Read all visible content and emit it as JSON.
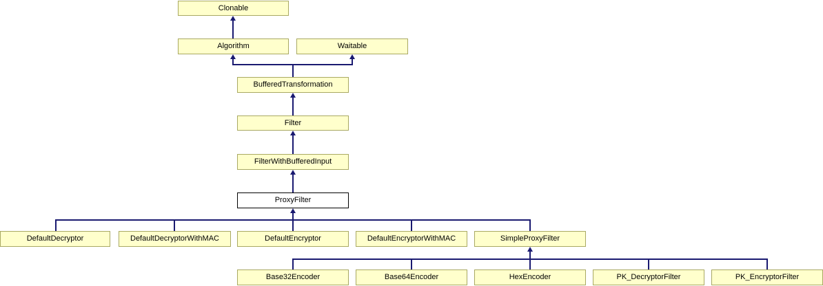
{
  "diagram": {
    "type": "class-inheritance-diagram",
    "colors": {
      "node_fill": "#ffffcc",
      "node_border": "#a8a862",
      "highlight_node_fill": "#ffffff",
      "highlight_node_border": "#000000",
      "edge": "#191970",
      "background": "#ffffff",
      "text": "#000000"
    },
    "nodes": {
      "clonable": {
        "label": "Clonable"
      },
      "algorithm": {
        "label": "Algorithm"
      },
      "waitable": {
        "label": "Waitable"
      },
      "buffered_transformation": {
        "label": "BufferedTransformation"
      },
      "filter": {
        "label": "Filter"
      },
      "filter_with_buffered_input": {
        "label": "FilterWithBufferedInput"
      },
      "proxy_filter": {
        "label": "ProxyFilter",
        "highlighted": true
      },
      "default_decryptor": {
        "label": "DefaultDecryptor"
      },
      "default_decryptor_with_mac": {
        "label": "DefaultDecryptorWithMAC"
      },
      "default_encryptor": {
        "label": "DefaultEncryptor"
      },
      "default_encryptor_with_mac": {
        "label": "DefaultEncryptorWithMAC"
      },
      "simple_proxy_filter": {
        "label": "SimpleProxyFilter"
      },
      "base32_encoder": {
        "label": "Base32Encoder"
      },
      "base64_encoder": {
        "label": "Base64Encoder"
      },
      "hex_encoder": {
        "label": "HexEncoder"
      },
      "pk_decryptor_filter": {
        "label": "PK_DecryptorFilter"
      },
      "pk_encryptor_filter": {
        "label": "PK_EncryptorFilter"
      }
    },
    "inheritance": [
      {
        "derived": "Algorithm",
        "base": "Clonable"
      },
      {
        "derived": "BufferedTransformation",
        "base": "Algorithm"
      },
      {
        "derived": "BufferedTransformation",
        "base": "Waitable"
      },
      {
        "derived": "Filter",
        "base": "BufferedTransformation"
      },
      {
        "derived": "FilterWithBufferedInput",
        "base": "Filter"
      },
      {
        "derived": "ProxyFilter",
        "base": "FilterWithBufferedInput"
      },
      {
        "derived": "DefaultDecryptor",
        "base": "ProxyFilter"
      },
      {
        "derived": "DefaultDecryptorWithMAC",
        "base": "ProxyFilter"
      },
      {
        "derived": "DefaultEncryptor",
        "base": "ProxyFilter"
      },
      {
        "derived": "DefaultEncryptorWithMAC",
        "base": "ProxyFilter"
      },
      {
        "derived": "SimpleProxyFilter",
        "base": "ProxyFilter"
      },
      {
        "derived": "Base32Encoder",
        "base": "SimpleProxyFilter"
      },
      {
        "derived": "Base64Encoder",
        "base": "SimpleProxyFilter"
      },
      {
        "derived": "HexEncoder",
        "base": "SimpleProxyFilter"
      },
      {
        "derived": "PK_DecryptorFilter",
        "base": "SimpleProxyFilter"
      },
      {
        "derived": "PK_EncryptorFilter",
        "base": "SimpleProxyFilter"
      }
    ]
  }
}
